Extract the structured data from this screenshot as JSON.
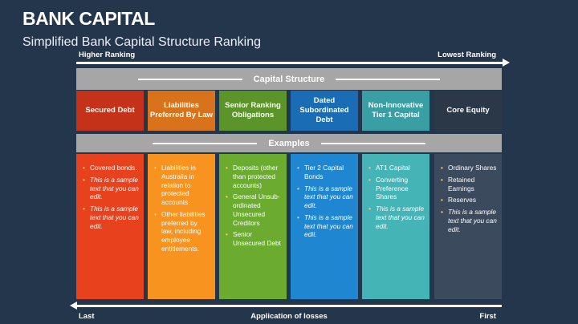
{
  "title": "BANK CAPITAL",
  "subtitle": "Simplified Bank Capital Structure Ranking",
  "top_arrow": {
    "left": "Higher Ranking",
    "right": "Lowest Ranking"
  },
  "capital_structure_label": "Capital Structure",
  "examples_label": "Examples",
  "bottom_arrow": {
    "left": "Last",
    "center": "Application of losses",
    "right": "First"
  },
  "columns": [
    {
      "header": "Secured Debt",
      "header_color": "#c4321a",
      "body_color": "#e8411d",
      "items": [
        {
          "text": "Covered bonds.",
          "italic": false
        },
        {
          "text": "This is a sample text that you can edit.",
          "italic": true
        },
        {
          "text": "This is a sample text that you can edit.",
          "italic": true
        }
      ]
    },
    {
      "header": "Liabilities Preferred By Law",
      "header_color": "#d8731b",
      "body_color": "#f7931e",
      "items": [
        {
          "text": "Liabilities in Australia in relation to protected accounts.",
          "italic": false
        },
        {
          "text": "Other liabilities preferred by law, including employee entitlements.",
          "italic": false
        }
      ]
    },
    {
      "header": "Senior Ranking Obligations",
      "header_color": "#5b9428",
      "body_color": "#6bab2f",
      "items": [
        {
          "text": "Deposits (other than protected accounts)",
          "italic": false
        },
        {
          "text": "General Unsub-ordinated Unsecured Creditors",
          "italic": false
        },
        {
          "text": "Senior Unsecured Debt",
          "italic": false
        }
      ]
    },
    {
      "header": "Dated Subordinated Debt",
      "header_color": "#1a6db5",
      "body_color": "#1f86d2",
      "items": [
        {
          "text": "Tier 2 Capital Bonds",
          "italic": false
        },
        {
          "text": "This is a sample text that you can edit.",
          "italic": true
        },
        {
          "text": "This is a sample text that you can edit.",
          "italic": true
        }
      ]
    },
    {
      "header": "Non-Innovative Tier 1 Capital",
      "header_color": "#3a9fa4",
      "body_color": "#45b4b6",
      "items": [
        {
          "text": "AT1 Capital",
          "italic": false
        },
        {
          "text": "Converting Preference Shares",
          "italic": false
        },
        {
          "text": "This is a sample text that you can edit.",
          "italic": true
        }
      ]
    },
    {
      "header": "Core Equity",
      "header_color": "#2b3848",
      "body_color": "#3c4a5e",
      "items": [
        {
          "text": "Ordinary Shares",
          "italic": false
        },
        {
          "text": "Retained Earnings",
          "italic": false
        },
        {
          "text": "Reserves",
          "italic": false
        },
        {
          "text": "This is a sample text that you can edit.",
          "italic": true
        }
      ]
    }
  ]
}
